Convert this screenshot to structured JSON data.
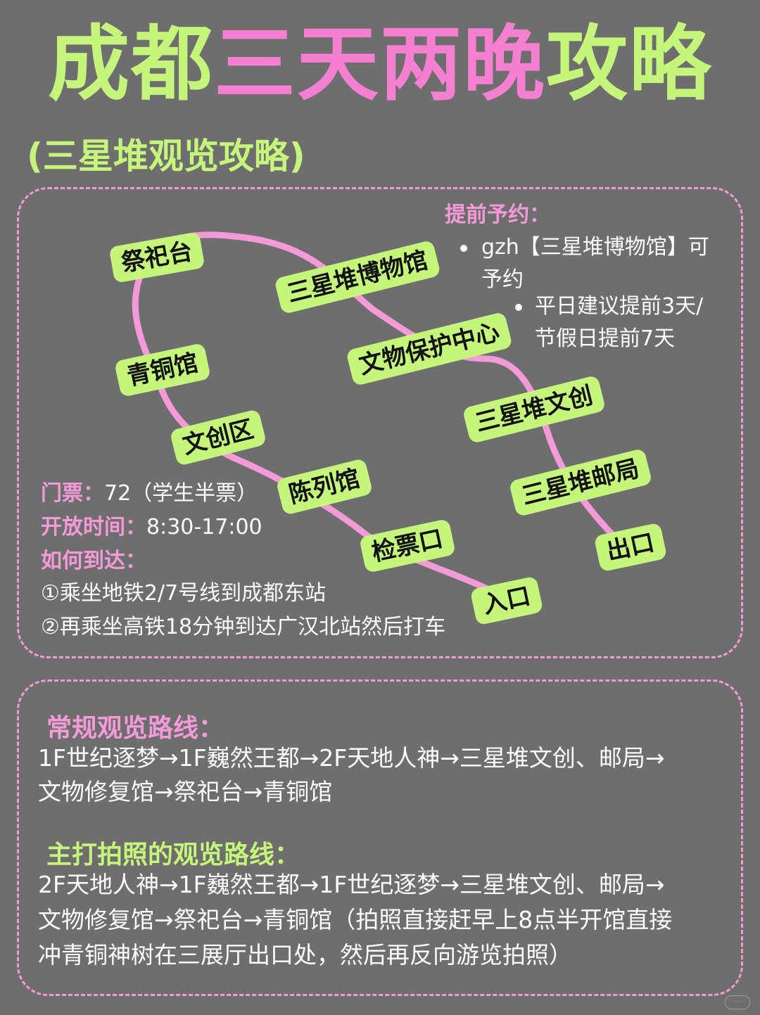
{
  "title": {
    "part1": "成都",
    "part2": "三天两晚",
    "part3": "攻略"
  },
  "subtitle": "(三星堆观览攻略)",
  "map": {
    "stops": {
      "jisitai": "祭祀台",
      "museum": "三星堆博物馆",
      "bronze": "青铜馆",
      "conservation": "文物保护中心",
      "wenchuang_area": "文创区",
      "sxd_wenchuang": "三星堆文创",
      "exhibition": "陈列馆",
      "post_office": "三星堆邮局",
      "ticket_check": "检票口",
      "exit": "出口",
      "entrance": "入口"
    },
    "route_color": "#f59ad9",
    "tag_color": "#c6f57c"
  },
  "booking": {
    "label": "提前予约：",
    "items": [
      {
        "line1": "gzh【三星堆博物馆】可",
        "line2": "予约"
      },
      {
        "line1": "平日建议提前3天/",
        "line2": "节假日提前7天"
      }
    ]
  },
  "info": {
    "ticket_label": "门票：",
    "ticket_value": "72（学生半票）",
    "hours_label": "开放时间：",
    "hours_value": "8:30-17:00",
    "howto_label": "如何到达：",
    "step1": "①乘坐地铁2/7号线到成都东站",
    "step2": "②再乘坐高铁18分钟到达广汉北站然后打车"
  },
  "routes": {
    "regular_title": "常规观览路线：",
    "regular_line1": "1F世纪逐梦→1F巍然王都→2F天地人神→三星堆文创、邮局→",
    "regular_line2": "文物修复馆→祭祀台→青铜馆",
    "photo_title": "主打拍照的观览路线：",
    "photo_line1": "2F天地人神→1F巍然王都→1F世纪逐梦→三星堆文创、邮局→",
    "photo_line2": "文物修复馆→祭祀台→青铜馆（拍照直接赶早上8点半开馆直接",
    "photo_line3": "冲青铜神树在三展厅出口处，然后再反向游览拍照）"
  },
  "colors": {
    "background": "#6e6e6e",
    "green": "#c6f57c",
    "pink": "#f57fd1",
    "pink_light": "#f59ad9"
  }
}
